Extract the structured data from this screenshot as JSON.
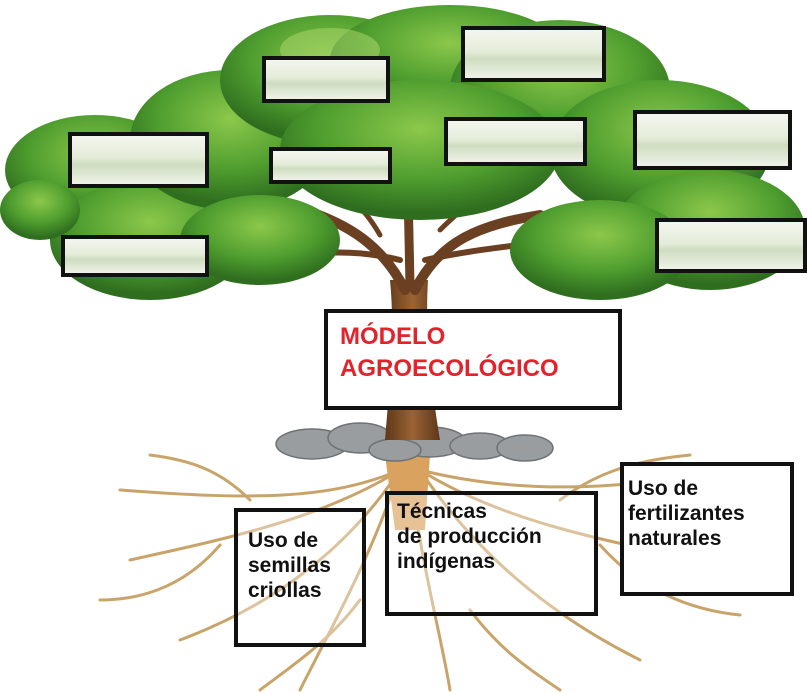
{
  "center": {
    "title": "MÓDELO\nAGROECOLÓGICO"
  },
  "roots": [
    {
      "id": "semillas",
      "text": "Uso de\nsemillas\ncriollas"
    },
    {
      "id": "tecnicas",
      "text": "Técnicas\nde producción\nindígenas"
    },
    {
      "id": "fertilizantes",
      "text": "Uso de\nfertilizantes\nnaturales"
    }
  ],
  "colors": {
    "center_text": "#e2232c",
    "foliage": "#3f8f2a",
    "trunk": "#7a4a26",
    "roots": "#c9a46a"
  }
}
